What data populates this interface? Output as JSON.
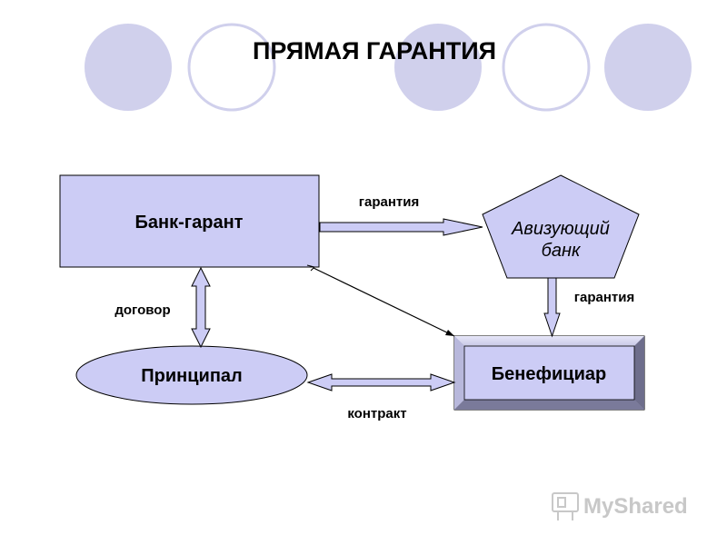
{
  "title": "ПРЯМАЯ ГАРАНТИЯ",
  "nodes": {
    "bank_guarantor": "Банк-гарант",
    "advising_bank_line1": "Авизующий",
    "advising_bank_line2": "банк",
    "principal": "Принципал",
    "beneficiary": "Бенефициар"
  },
  "edges": {
    "guarantee_top": "гарантия",
    "guarantee_right": "гарантия",
    "agreement": "договор",
    "contract": "контракт"
  },
  "watermark": "MyShared",
  "colors": {
    "shape_fill": "#ccccf5",
    "decor_circle": "#d0d0ec",
    "outline": "#000000",
    "beneficiary_frame": "#9a9ab8"
  }
}
